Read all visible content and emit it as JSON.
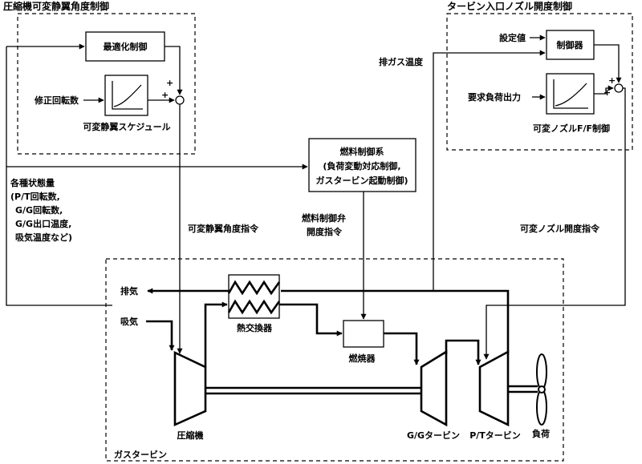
{
  "groups": {
    "compressor_control": "圧縮機可変静翼角度制御",
    "turbine_nozzle_control": "タービン入口ノズル開度制御",
    "gas_turbine": "ガスタービン"
  },
  "blocks": {
    "optimization_control": "最適化制御",
    "variable_vane_schedule": "可変静翼スケジュール",
    "controller": "制御器",
    "variable_nozzle_ff": "可変ノズルF/F制御",
    "fuel_control_line1": "燃料制御系",
    "fuel_control_line2": "(負荷変動対応制御,",
    "fuel_control_line3": "ガスタービン起動制御)",
    "heat_exchanger": "熱交換器",
    "combustor": "燃焼器",
    "compressor": "圧縮機",
    "gg_turbine": "G/Gタービン",
    "pt_turbine": "P/Tタービン",
    "load": "負荷"
  },
  "signals": {
    "corrected_speed": "修正回転数",
    "setpoint": "設定値",
    "exhaust_gas_temp": "排ガス温度",
    "required_load_output": "要求負荷出力",
    "states_title": "各種状態量",
    "states_1": "(P/T回転数,",
    "states_2": "G/G回転数,",
    "states_3": "G/G出口温度,",
    "states_4": "吸気温度など)",
    "vane_angle_command": "可変静翼角度指令",
    "fuel_valve_line1": "燃料制御弁",
    "fuel_valve_line2": "開度指令",
    "nozzle_opening_command": "可変ノズル開度指令",
    "exhaust": "排気",
    "intake": "吸気"
  },
  "summing_signs": {
    "plus": "+"
  }
}
